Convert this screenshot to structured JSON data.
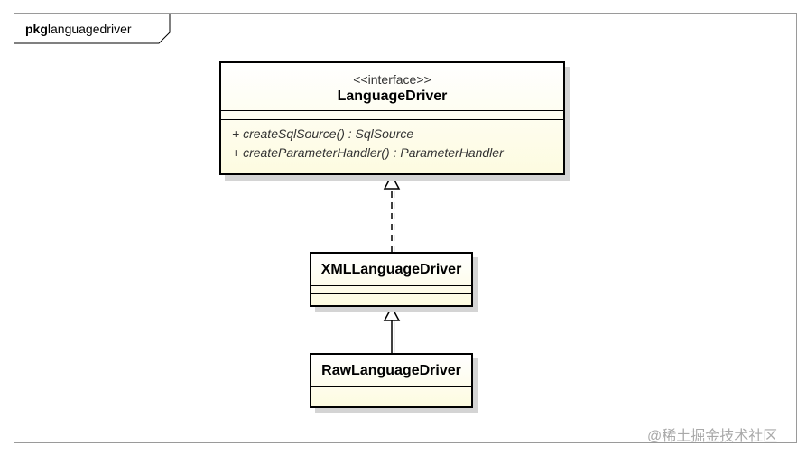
{
  "package": {
    "keyword": "pkg",
    "name": "languagedriver"
  },
  "classes": {
    "language_driver": {
      "stereotype": "<<interface>>",
      "name": "LanguageDriver",
      "operations": [
        "+ createSqlSource() : SqlSource",
        "+ createParameterHandler() : ParameterHandler"
      ]
    },
    "xml_language_driver": {
      "name": "XMLLanguageDriver"
    },
    "raw_language_driver": {
      "name": "RawLanguageDriver"
    }
  },
  "relations": [
    {
      "from": "XMLLanguageDriver",
      "to": "LanguageDriver",
      "type": "realization"
    },
    {
      "from": "RawLanguageDriver",
      "to": "XMLLanguageDriver",
      "type": "generalization"
    }
  ],
  "watermark": "@稀土掘金技术社区"
}
